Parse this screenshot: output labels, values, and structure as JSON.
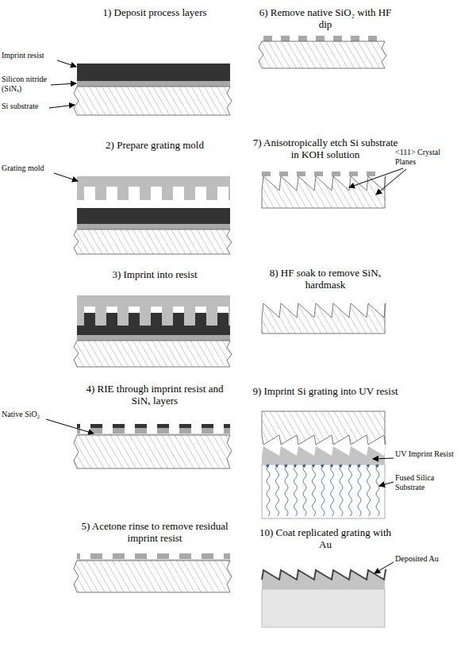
{
  "diagram": {
    "labels": [
      "1) Deposit process layers",
      "Imprint resist",
      "Silicon nitride (SiNₓ)",
      "Si substrate",
      "2) Prepare grating mold",
      "Grating mold",
      "3) Imprint into resist",
      "4) RIE through imprint resist and SiNₓ layers",
      "Native SiO₂",
      "5) Acetone rinse to remove residual imprint resist",
      "6) Remove native SiO₂ with HF dip",
      "7) Anisotropically etch Si substrate in KOH solution",
      "<111> Crystal Planes",
      "8) HF soak to remove SiNₓ hardmask",
      "9) Imprint Si grating into UV resist",
      "UV Imprint Resist",
      "Fused Silica Substrate",
      "10) Coat replicated grating with Au",
      "Deposited Au"
    ]
  }
}
